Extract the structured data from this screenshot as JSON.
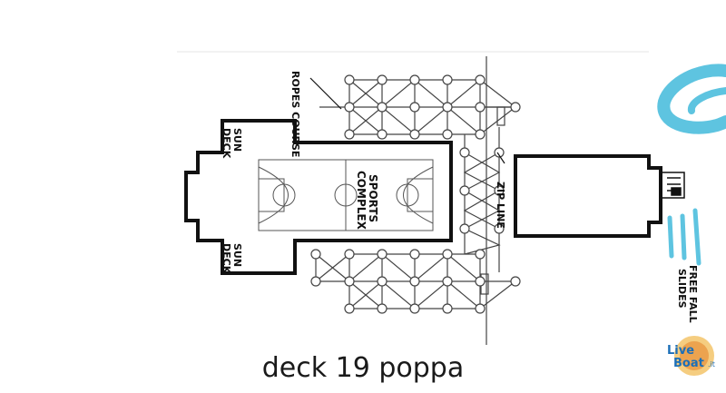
{
  "map": {
    "labels": {
      "ropes_course": "ROPES COURSE",
      "sun_deck_top_1": "SUN",
      "sun_deck_top_2": "DECK",
      "sun_deck_bottom_1": "SUN",
      "sun_deck_bottom_2": "DECK",
      "sports_complex_1": "SPORTS",
      "sports_complex_2": "COMPLEX",
      "zip_line": "ZIP LINE",
      "free_fall_slides_1": "FREE FALL",
      "free_fall_slides_2": "SLIDES"
    },
    "caption": "deck 19 poppa",
    "watermark": {
      "line1": "Live",
      "line2": "Boat",
      "suffix": ".it"
    },
    "colors": {
      "water_slide": "#5ec4e0",
      "outline": "#111111",
      "structure": "#444444"
    }
  }
}
